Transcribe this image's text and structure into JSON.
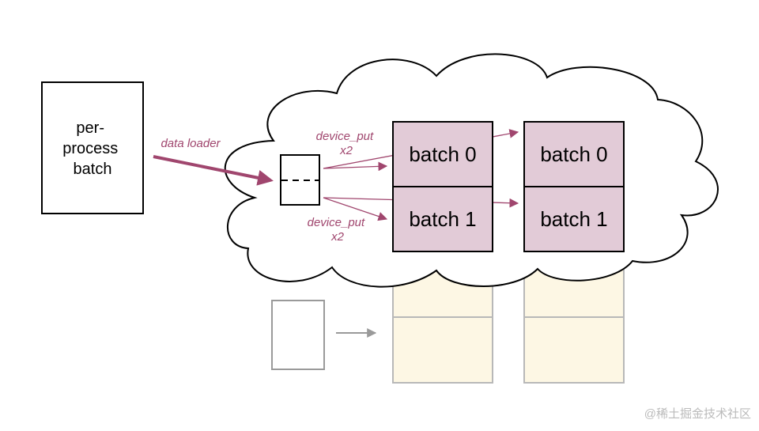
{
  "colors": {
    "accent": "#a0466e",
    "batch_fill": "#e2cbd7",
    "staged_fill": "#fdf7e4",
    "staged_stroke": "#b8b8b8",
    "future_gray": "#9a9a9a",
    "watermark": "#bbbbbb"
  },
  "host_batch": {
    "lines": [
      "per-",
      "process",
      "batch"
    ]
  },
  "data_loader_label": "data loader",
  "device_put_top": {
    "line1": "device_put",
    "line2": "x2"
  },
  "device_put_bottom": {
    "line1": "device_put",
    "line2": "x2"
  },
  "devices": [
    {
      "batches": [
        "batch 0",
        "batch 1"
      ]
    },
    {
      "batches": [
        "batch 0",
        "batch 1"
      ]
    }
  ],
  "watermark": "@稀土掘金技术社区"
}
